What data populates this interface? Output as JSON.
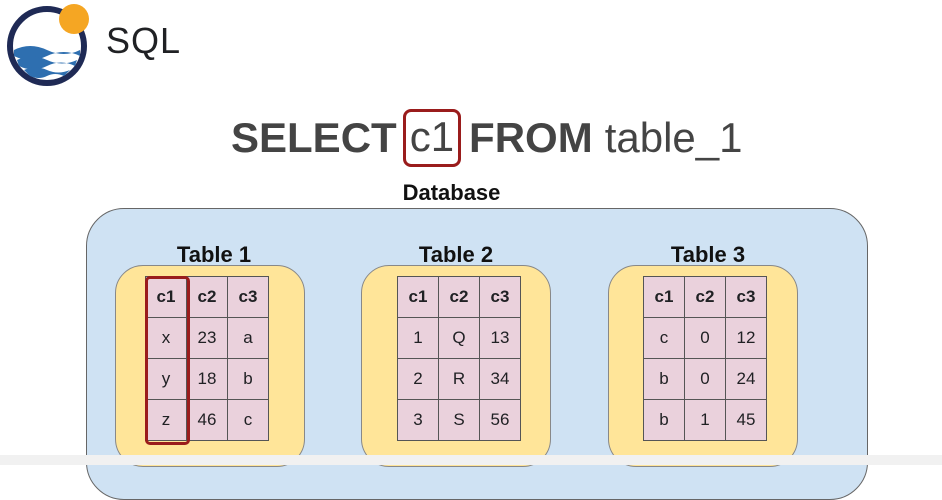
{
  "logo": {
    "text": "SQL"
  },
  "query": {
    "select": "SELECT",
    "column": "c1",
    "from": "FROM",
    "table": "table_1"
  },
  "database": {
    "label": "Database"
  },
  "tables": [
    {
      "title": "Table 1",
      "headers": [
        "c1",
        "c2",
        "c3"
      ],
      "rows": [
        [
          "x",
          "23",
          "a"
        ],
        [
          "y",
          "18",
          "b"
        ],
        [
          "z",
          "46",
          "c"
        ]
      ]
    },
    {
      "title": "Table 2",
      "headers": [
        "c1",
        "c2",
        "c3"
      ],
      "rows": [
        [
          "1",
          "Q",
          "13"
        ],
        [
          "2",
          "R",
          "34"
        ],
        [
          "3",
          "S",
          "56"
        ]
      ]
    },
    {
      "title": "Table 3",
      "headers": [
        "c1",
        "c2",
        "c3"
      ],
      "rows": [
        [
          "c",
          "0",
          "12"
        ],
        [
          "b",
          "0",
          "24"
        ],
        [
          "b",
          "1",
          "45"
        ]
      ]
    }
  ],
  "colors": {
    "highlight": "#9a1c1c",
    "database_fill": "#cfe2f3",
    "table_fill": "#ffe599",
    "cell_fill": "#ead1dc"
  }
}
